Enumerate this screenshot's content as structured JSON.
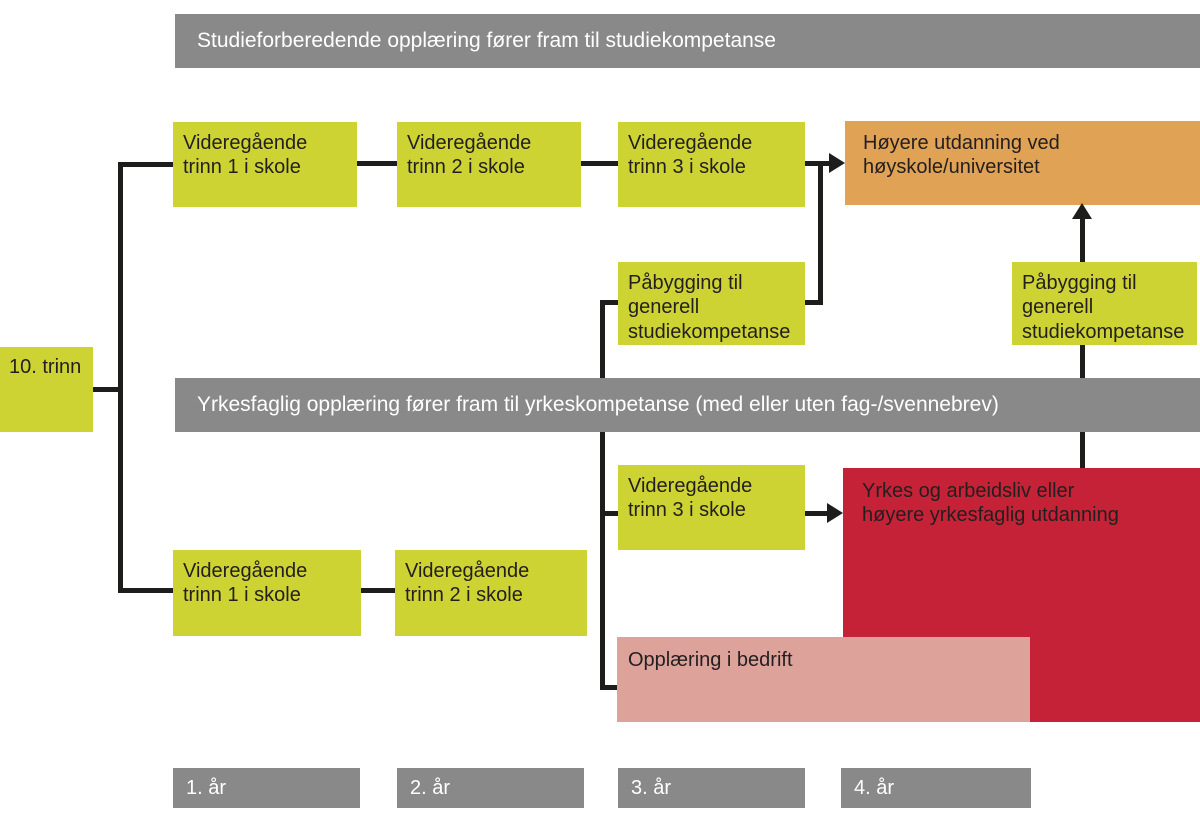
{
  "colors": {
    "stage_green": "#ced334",
    "higher_education_orange": "#e0a254",
    "work_life_red": "#c52237",
    "apprenticeship_pink": "#dda29a",
    "banner_gray": "#898989",
    "connector_black": "#1d1d1b",
    "text_dark": "#231f20",
    "text_light": "#ffffff"
  },
  "banners": {
    "studieforberedende": "Studieforberedende opplæring fører fram til studiekompetanse",
    "yrkesfaglig": "Yrkesfaglig opplæring fører fram til yrkeskompetanse (med eller uten fag-/svennebrev)"
  },
  "nodes": {
    "grade10": "10. trinn",
    "vg1_top": "Videregående\ntrinn 1 i skole",
    "vg2_top": "Videregående\ntrinn 2 i skole",
    "vg3_top": "Videregående\ntrinn 3 i skole",
    "higher_education": "Høyere utdanning ved\nhøyskole/universitet",
    "pabygging_mid": "Påbygging til\ngenerell\nstudiekompetanse",
    "pabygging_right": "Påbygging til\ngenerell\nstudiekompetanse",
    "vg1_bottom": "Videregående\ntrinn 1 i skole",
    "vg2_bottom": "Videregående\ntrinn 2 i skole",
    "vg3_vocational": "Videregående\ntrinn 3 i skole",
    "work_life": "Yrkes og arbeidsliv eller\nhøyere yrkesfaglig utdanning",
    "apprenticeship": "Opplæring i bedrift"
  },
  "year_axis": [
    "1. år",
    "2. år",
    "3. år",
    "4. år"
  ]
}
